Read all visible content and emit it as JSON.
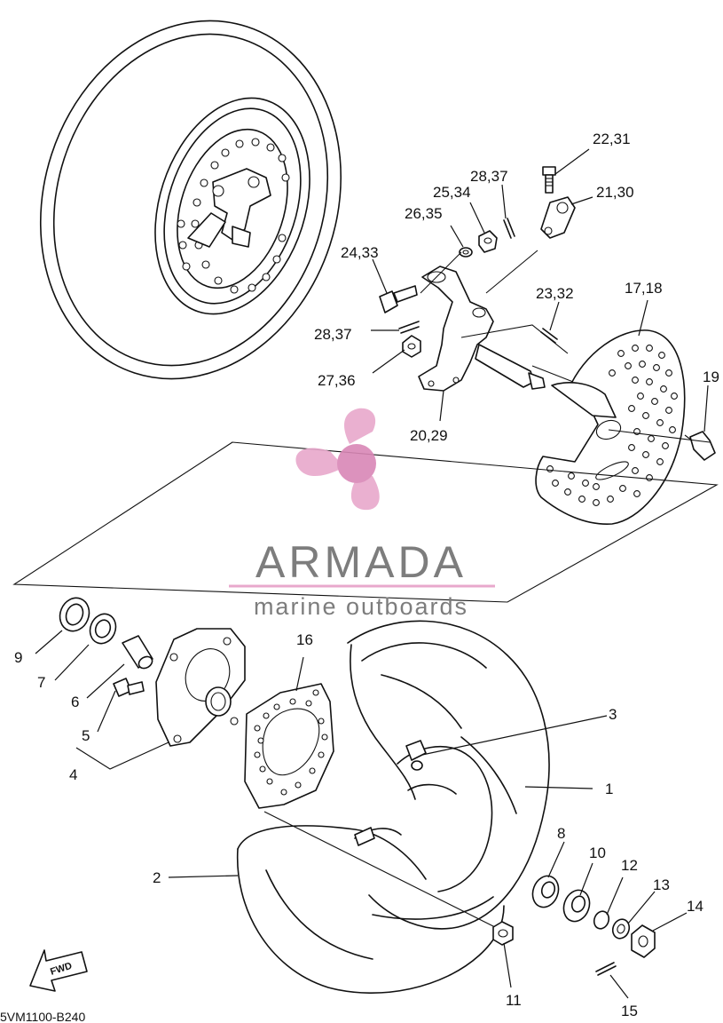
{
  "diagram_code": "5VM1100-B240",
  "fwd_label": "FWD",
  "watermark": {
    "name": "ARMADA",
    "tagline": "marine outboards",
    "colors": {
      "logo": "#e8a8cc",
      "logo_dark": "#d987b6",
      "text": "#7d7d7d"
    }
  },
  "callouts": {
    "c1": "1",
    "c2": "2",
    "c3": "3",
    "c4": "4",
    "c5": "5",
    "c6": "6",
    "c7": "7",
    "c8": "8",
    "c9": "9",
    "c10": "10",
    "c11": "11",
    "c12": "12",
    "c13": "13",
    "c14": "14",
    "c15": "15",
    "c16": "16",
    "c1718": "17,18",
    "c19": "19",
    "c2029": "20,29",
    "c2130": "21,30",
    "c2231": "22,31",
    "c2332": "23,32",
    "c2433": "24,33",
    "c2534": "25,34",
    "c2635": "26,35",
    "c2736": "27,36",
    "c2837a": "28,37",
    "c2837b": "28,37"
  }
}
